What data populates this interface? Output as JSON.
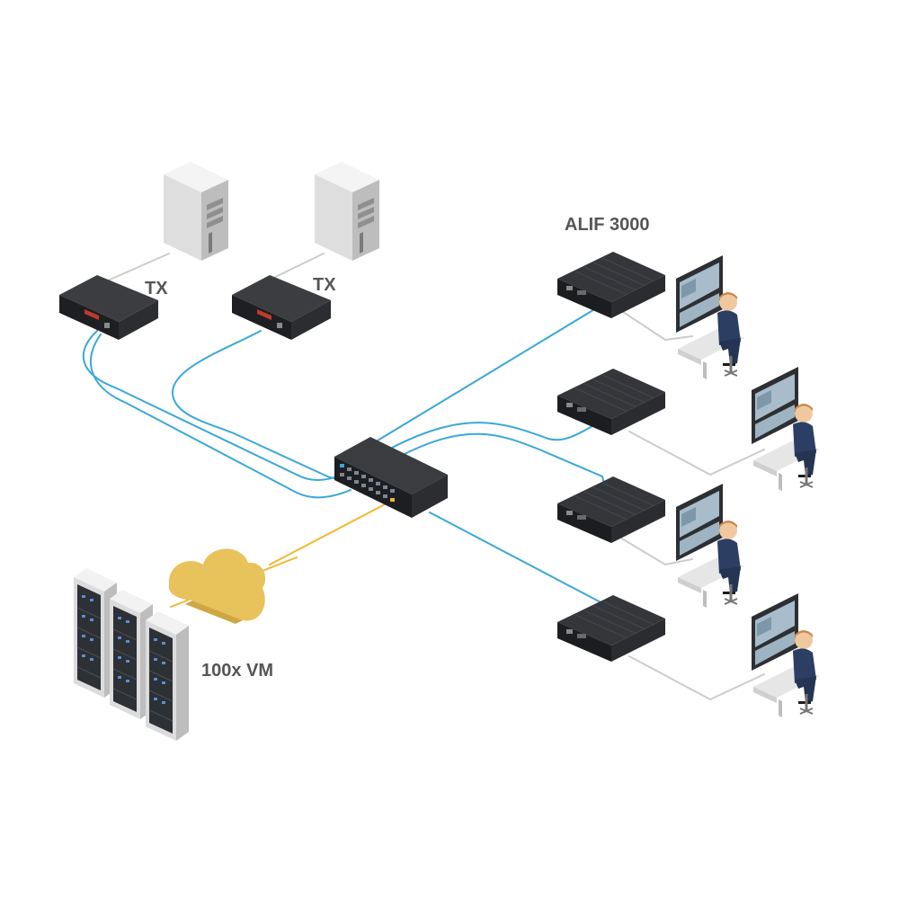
{
  "labels": {
    "tx_1": "TX",
    "tx_2": "TX",
    "receivers": "ALIF 3000",
    "vm": "100x VM"
  },
  "colors": {
    "fiber": "#3aa8d8",
    "uplink": "#f2b830",
    "cloud": "#e8c25a",
    "cable": "#c8c8c8",
    "device": "#26282b",
    "server": "#d9d9d9"
  },
  "icons": {
    "workstation": "pc-tower-icon",
    "transmitter": "tx-box-icon",
    "switch": "network-switch-icon",
    "receiver": "receiver-box-icon",
    "operator": "operator-desk-icon",
    "cloud": "cloud-icon",
    "rack": "server-rack-icon"
  }
}
